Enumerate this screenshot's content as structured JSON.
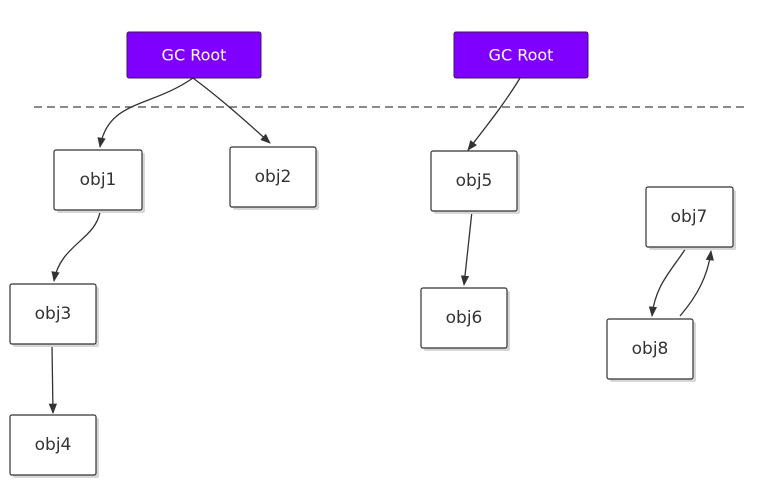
{
  "colors": {
    "root_fill": "#7f00ff",
    "node_border": "#333333",
    "edge": "#333333"
  },
  "roots": [
    {
      "id": "root1",
      "label": "GC Root"
    },
    {
      "id": "root2",
      "label": "GC Root"
    }
  ],
  "objects": [
    {
      "id": "obj1",
      "label": "obj1"
    },
    {
      "id": "obj2",
      "label": "obj2"
    },
    {
      "id": "obj3",
      "label": "obj3"
    },
    {
      "id": "obj4",
      "label": "obj4"
    },
    {
      "id": "obj5",
      "label": "obj5"
    },
    {
      "id": "obj6",
      "label": "obj6"
    },
    {
      "id": "obj7",
      "label": "obj7"
    },
    {
      "id": "obj8",
      "label": "obj8"
    }
  ],
  "edges": [
    {
      "from": "root1",
      "to": "obj1"
    },
    {
      "from": "root1",
      "to": "obj2"
    },
    {
      "from": "obj1",
      "to": "obj3"
    },
    {
      "from": "obj3",
      "to": "obj4"
    },
    {
      "from": "root2",
      "to": "obj5"
    },
    {
      "from": "obj5",
      "to": "obj6"
    },
    {
      "from": "obj7",
      "to": "obj8"
    },
    {
      "from": "obj8",
      "to": "obj7"
    }
  ]
}
